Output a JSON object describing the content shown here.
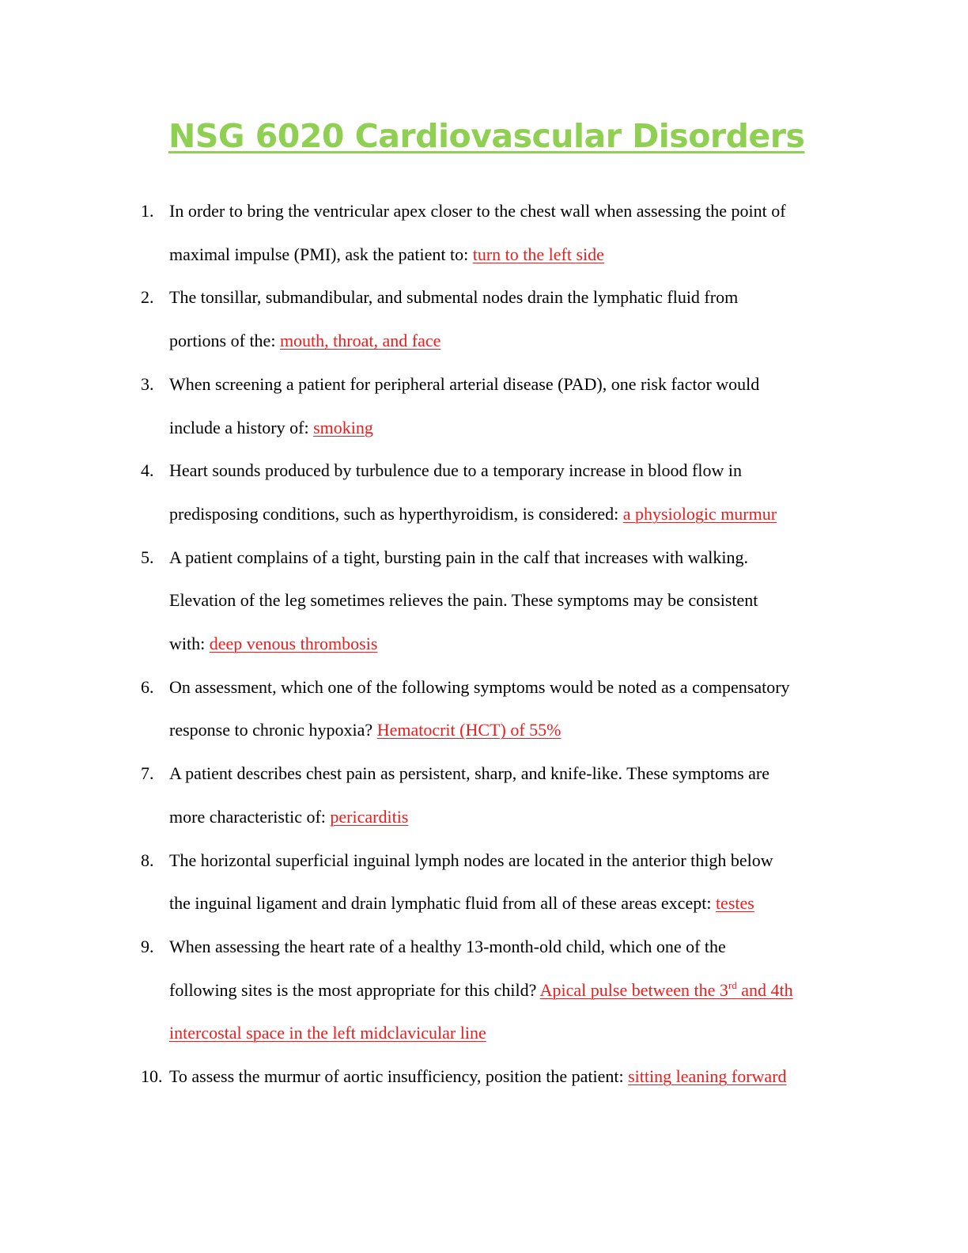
{
  "title": "NSG 6020 Cardiovascular Disorders",
  "questions": [
    {
      "number": "1.",
      "line1": "In order to bring the ventricular apex closer to the chest wall when assessing the point of",
      "line2": "maximal impulse (PMI), ask the patient to: ",
      "answer": "turn to the left side"
    },
    {
      "number": "2.",
      "line1": "The tonsillar, submandibular, and submental nodes drain the lymphatic fluid from",
      "line2": "portions of the: ",
      "answer": "mouth, throat, and face"
    },
    {
      "number": "3.",
      "line1": "When screening a patient for peripheral arterial disease (PAD), one risk factor would",
      "line2": "include a history of: ",
      "answer": "smoking"
    },
    {
      "number": "4.",
      "line1": "Heart sounds produced by turbulence due to a temporary increase in blood flow in",
      "line2": "predisposing conditions, such as hyperthyroidism, is considered: ",
      "answer": "a physiologic murmur"
    },
    {
      "number": "5.",
      "line1": "A patient complains of a tight, bursting pain in the calf that increases with walking.",
      "line2": "Elevation of the leg sometimes relieves the pain. These symptoms may be consistent",
      "line3": "with: ",
      "answer": "deep venous thrombosis"
    },
    {
      "number": "6.",
      "line1": "On assessment, which one of the following symptoms would be noted as a compensatory",
      "line2": "response to chronic hypoxia? ",
      "answer": "Hematocrit (HCT) of 55%"
    },
    {
      "number": "7.",
      "line1": "A patient describes chest pain as persistent, sharp, and knife-like. These symptoms are",
      "line2": "more characteristic of: ",
      "answer": "pericarditis"
    },
    {
      "number": "8.",
      "line1": "The horizontal superficial inguinal lymph nodes are located in the anterior thigh below",
      "line2": "the inguinal ligament and drain lymphatic fluid from all of these areas except: ",
      "answer": "testes"
    },
    {
      "number": "9.",
      "line1": "When assessing the heart rate of a healthy 13-month-old child, which one of the",
      "line2": "following sites is the most appropriate for this child? ",
      "answer_part1": "Apical pulse between the 3",
      "answer_sup": "rd",
      "answer_part2": " and 4th",
      "answer_line2": "intercostal space in the left midclavicular line"
    },
    {
      "number": "10.",
      "line1": "To assess the murmur of aortic insufficiency, position the patient: ",
      "answer": "sitting leaning forward"
    }
  ],
  "colors": {
    "title": "#8fcf52",
    "answer": "#ee1c1c",
    "text": "#000000"
  }
}
